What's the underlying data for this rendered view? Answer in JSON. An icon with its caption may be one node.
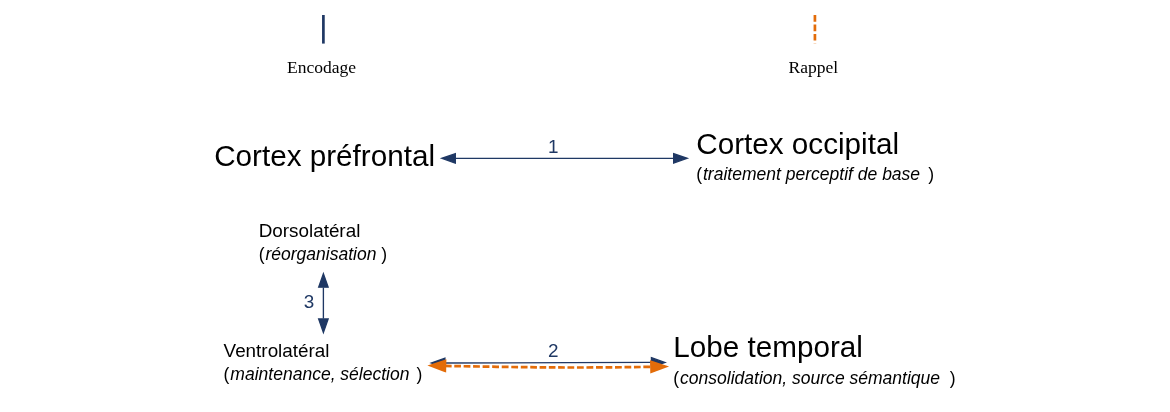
{
  "diagram": {
    "nodes": [
      {
        "text": [
          "Dorsolatéral",
          "(*réorganisation*)"
        ]
      },
      {
        "text": [
          "Cortex préfrontal"
        ]
      },
      {
        "text": [
          "Ventrolatéral",
          "(*maintenance, sélection*)"
        ]
      },
      {
        "text": [
          "Cortex occipital",
          "(*traitement perceptif de base*)"
        ]
      },
      {
        "text": [
          "Lobe temporal",
          "(*consolidation, source sémantique*)"
        ]
      }
    ],
    "edges": [
      {
        "from": 1,
        "to": 3,
        "arrow": "both",
        "label": "1"
      },
      {
        "from": 2,
        "to": 4,
        "arrow": "both",
        "label": "2"
      },
      {
        "from": 2,
        "to": 4,
        "arrow": "both",
        "style": "dashed",
        "color": "#e36c09"
      },
      {
        "from": 0,
        "to": 2,
        "arrow": "both",
        "label": "3"
      }
    ],
    "legend": [
      {
        "text": "Encodage"
      },
      {
        "text": "Rappel"
      }
    ]
  }
}
